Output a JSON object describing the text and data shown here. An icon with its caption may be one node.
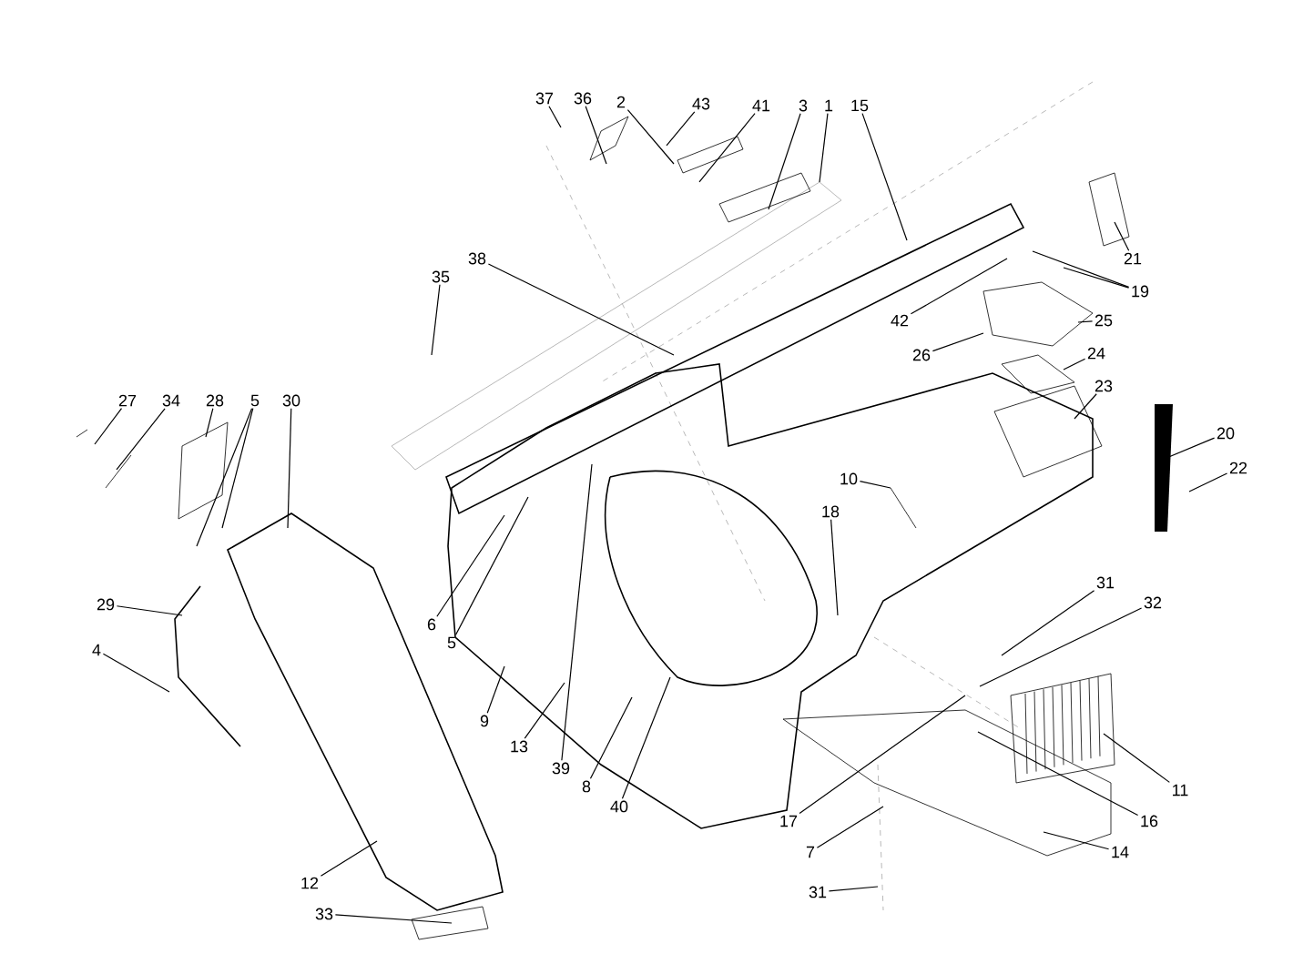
{
  "diagram": {
    "nodes": [
      {
        "text": [
          "37"
        ]
      },
      {
        "text": [
          "36"
        ]
      },
      {
        "text": [
          "2"
        ]
      },
      {
        "text": [
          "43"
        ]
      },
      {
        "text": [
          "41"
        ]
      },
      {
        "text": [
          "3"
        ]
      },
      {
        "text": [
          "1"
        ]
      },
      {
        "text": [
          "15"
        ]
      },
      {
        "text": [
          "21"
        ]
      },
      {
        "text": [
          "19"
        ]
      },
      {
        "text": [
          "38"
        ]
      },
      {
        "text": [
          "35"
        ]
      },
      {
        "text": [
          "25"
        ]
      },
      {
        "text": [
          "42"
        ]
      },
      {
        "text": [
          "26"
        ]
      },
      {
        "text": [
          "24"
        ]
      },
      {
        "text": [
          "23"
        ]
      },
      {
        "text": [
          "27"
        ]
      },
      {
        "text": [
          "34"
        ]
      },
      {
        "text": [
          "28"
        ]
      },
      {
        "text": [
          "5"
        ]
      },
      {
        "text": [
          "30"
        ]
      },
      {
        "text": [
          "20"
        ]
      },
      {
        "text": [
          "22"
        ]
      },
      {
        "text": [
          "10"
        ]
      },
      {
        "text": [
          "18"
        ]
      },
      {
        "text": [
          "31"
        ]
      },
      {
        "text": [
          "29"
        ]
      },
      {
        "text": [
          "32"
        ]
      },
      {
        "text": [
          "6"
        ]
      },
      {
        "text": [
          "5"
        ]
      },
      {
        "text": [
          "4"
        ]
      },
      {
        "text": [
          "9"
        ]
      },
      {
        "text": [
          "13"
        ]
      },
      {
        "text": [
          "39"
        ]
      },
      {
        "text": [
          "8"
        ]
      },
      {
        "text": [
          "11"
        ]
      },
      {
        "text": [
          "40"
        ]
      },
      {
        "text": [
          "16"
        ]
      },
      {
        "text": [
          "17"
        ]
      },
      {
        "text": [
          "7"
        ]
      },
      {
        "text": [
          "14"
        ]
      },
      {
        "text": [
          "12"
        ]
      },
      {
        "text": [
          "31"
        ]
      },
      {
        "text": [
          "33"
        ]
      }
    ],
    "edges": [
      {
        "from": 0,
        "to": null,
        "arrow": "none"
      },
      {
        "from": 1,
        "to": null,
        "arrow": "none"
      },
      {
        "from": 2,
        "to": null,
        "arrow": "none"
      },
      {
        "from": 3,
        "to": null,
        "arrow": "none"
      },
      {
        "from": 4,
        "to": null,
        "arrow": "none"
      },
      {
        "from": 5,
        "to": null,
        "arrow": "none"
      },
      {
        "from": 6,
        "to": null,
        "arrow": "none"
      },
      {
        "from": 7,
        "to": null,
        "arrow": "none"
      },
      {
        "from": 8,
        "to": null,
        "arrow": "none"
      },
      {
        "from": 9,
        "to": null,
        "arrow": "none"
      },
      {
        "from": 9,
        "to": null,
        "arrow": "none"
      },
      {
        "from": 10,
        "to": null,
        "arrow": "none"
      },
      {
        "from": 11,
        "to": null,
        "arrow": "none"
      },
      {
        "from": 12,
        "to": null,
        "arrow": "none"
      },
      {
        "from": 13,
        "to": null,
        "arrow": "none"
      },
      {
        "from": 14,
        "to": null,
        "arrow": "none"
      },
      {
        "from": 15,
        "to": null,
        "arrow": "none"
      },
      {
        "from": 16,
        "to": null,
        "arrow": "none"
      },
      {
        "from": 17,
        "to": null,
        "arrow": "none"
      },
      {
        "from": 18,
        "to": null,
        "arrow": "none"
      },
      {
        "from": 19,
        "to": null,
        "arrow": "none"
      },
      {
        "from": 20,
        "to": null,
        "arrow": "none"
      },
      {
        "from": 20,
        "to": null,
        "arrow": "none"
      },
      {
        "from": 21,
        "to": null,
        "arrow": "none"
      },
      {
        "from": 22,
        "to": null,
        "arrow": "none"
      },
      {
        "from": 23,
        "to": null,
        "arrow": "none"
      },
      {
        "from": 24,
        "to": null,
        "arrow": "none"
      },
      {
        "from": 25,
        "to": null,
        "arrow": "none"
      },
      {
        "from": 26,
        "to": null,
        "arrow": "none"
      },
      {
        "from": 27,
        "to": null,
        "arrow": "none"
      },
      {
        "from": 28,
        "to": null,
        "arrow": "none"
      },
      {
        "from": 29,
        "to": null,
        "arrow": "none"
      },
      {
        "from": 30,
        "to": null,
        "arrow": "none"
      },
      {
        "from": 31,
        "to": null,
        "arrow": "none"
      },
      {
        "from": 32,
        "to": null,
        "arrow": "none"
      },
      {
        "from": 33,
        "to": null,
        "arrow": "none"
      },
      {
        "from": 34,
        "to": null,
        "arrow": "none"
      },
      {
        "from": 35,
        "to": null,
        "arrow": "none"
      },
      {
        "from": 36,
        "to": null,
        "arrow": "none"
      },
      {
        "from": 37,
        "to": null,
        "arrow": "none"
      },
      {
        "from": 38,
        "to": null,
        "arrow": "none"
      },
      {
        "from": 39,
        "to": null,
        "arrow": "none"
      },
      {
        "from": 40,
        "to": null,
        "arrow": "none"
      },
      {
        "from": 41,
        "to": null,
        "arrow": "none"
      },
      {
        "from": 42,
        "to": null,
        "arrow": "none"
      },
      {
        "from": 43,
        "to": null,
        "arrow": "none"
      },
      {
        "from": 44,
        "to": null,
        "arrow": "none"
      }
    ]
  }
}
